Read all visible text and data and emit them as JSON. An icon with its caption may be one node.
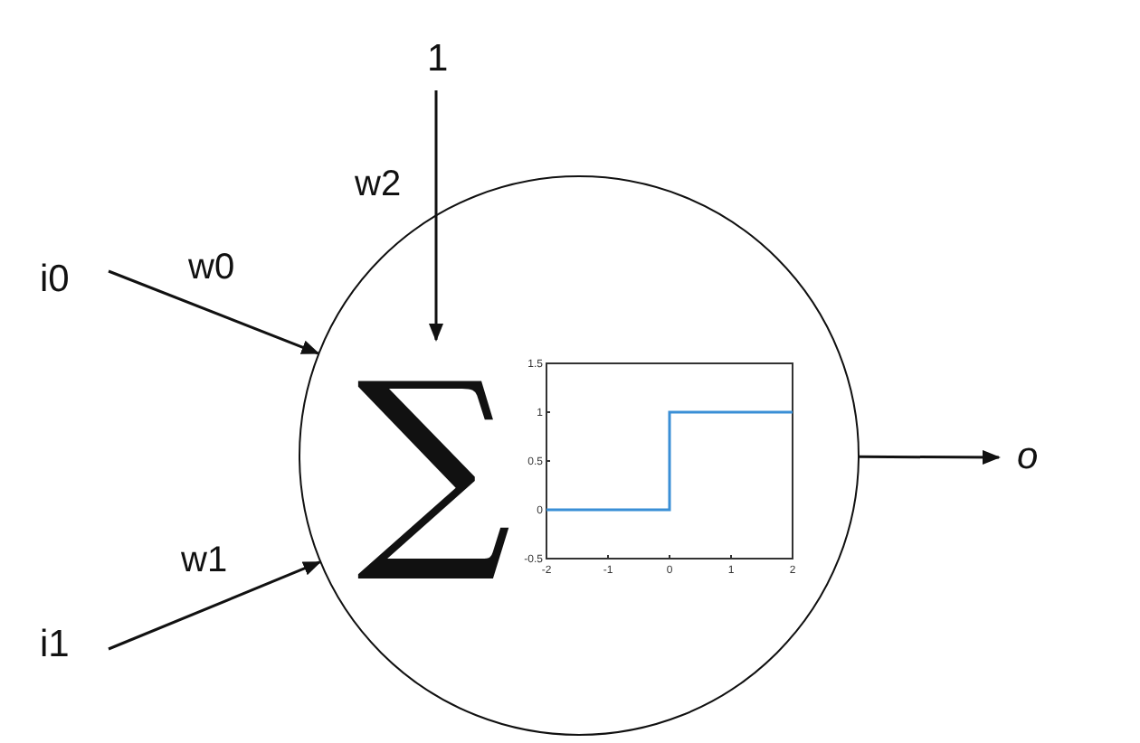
{
  "diagram": {
    "nodes": [
      {
        "text": [
          "i0"
        ]
      },
      {
        "text": [
          "i1"
        ]
      },
      {
        "text": [
          "1"
        ]
      },
      {
        "text": [],
        "shape": "circle"
      },
      {
        "text": [
          "∑"
        ],
        "in": 3
      },
      {
        "text": [
          "o"
        ]
      }
    ],
    "edges": [
      {
        "from": 0,
        "to": 3,
        "arrow": "to",
        "label": "w0"
      },
      {
        "from": 1,
        "to": 3,
        "arrow": "to",
        "label": "w1"
      },
      {
        "from": 2,
        "to": 4,
        "arrow": "to",
        "label": "w2"
      },
      {
        "from": 3,
        "to": 5,
        "arrow": "to"
      }
    ],
    "chart_data": {
      "type": "line",
      "x": [
        -2,
        0,
        0,
        2
      ],
      "series": [
        {
          "color": "#3a8fd6",
          "values": [
            0,
            0,
            1,
            1
          ]
        }
      ],
      "xlim": [
        -2,
        2
      ],
      "ylim": [
        -0.5,
        1.5
      ],
      "xticks": [
        -2,
        -1,
        0,
        1,
        2
      ],
      "yticks": [
        -0.5,
        0,
        0.5,
        1,
        1.5
      ]
    }
  }
}
